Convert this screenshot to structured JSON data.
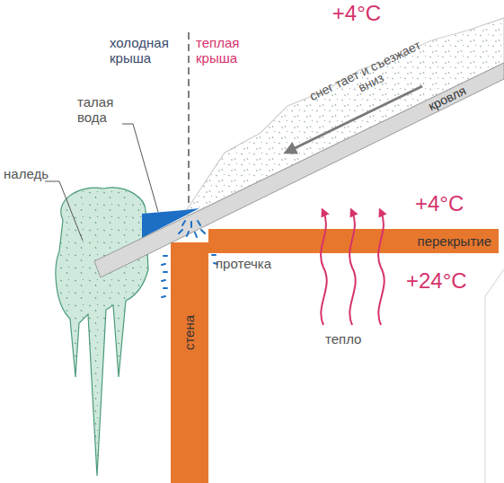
{
  "diagram": {
    "nodes": [
      {
        "text": [
          "перекрытие"
        ]
      },
      {
        "text": [
          "стена"
        ]
      }
    ],
    "labels": [
      "+4°C",
      "холодная крыша",
      "теплая крыша",
      "снег тает и съезжает вниз",
      "кровля",
      "талая вода",
      "наледь",
      "+4°C",
      "протечка",
      "+24°C",
      "тепло"
    ]
  }
}
